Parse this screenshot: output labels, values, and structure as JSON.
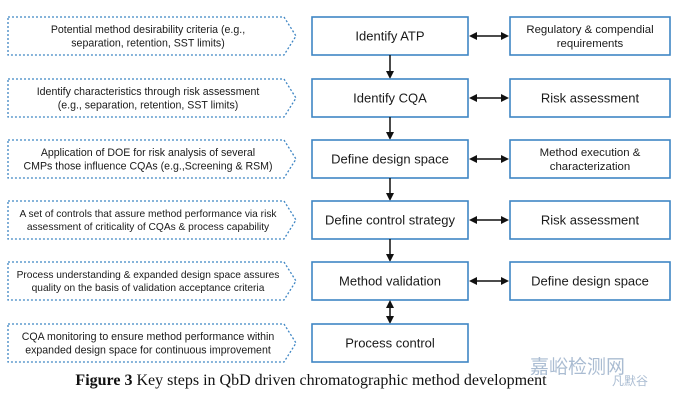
{
  "diagram": {
    "steps": [
      {
        "context": "Potential method desirability criteria (e.g.,\nseparation, retention, SST limits)",
        "step": "Identify ATP",
        "right": "Regulatory & compendial\nrequirements"
      },
      {
        "context": "Identify characteristics through risk assessment\n(e.g., separation, retention, SST limits)",
        "step": "Identify CQA",
        "right": "Risk assessment"
      },
      {
        "context": "Application of DOE for risk analysis of several\nCMPs those influence CQAs (e.g.,Screening & RSM)",
        "step": "Define design space",
        "right": "Method execution &\ncharacterization"
      },
      {
        "context": "A set of controls that assure method performance via risk\nassessment of criticality of CQAs & process capability",
        "step": "Define control strategy",
        "right": "Risk assessment"
      },
      {
        "context": "Process understanding & expanded design space assures\nquality on the basis of validation acceptance criteria",
        "step": "Method validation",
        "right": "Define design space"
      },
      {
        "context": "CQA monitoring to ensure method performance within\nexpanded design space for continuous improvement",
        "step": "Process control",
        "right": ""
      }
    ],
    "colors": {
      "box_border": "#3f86c4",
      "arrow": "#111111"
    }
  },
  "caption": {
    "figure_label": "Figure 3",
    "text": " Key steps in QbD driven chromatographic method development"
  },
  "watermark": {
    "main": "嘉峪检测网",
    "sub": "凡默谷"
  }
}
